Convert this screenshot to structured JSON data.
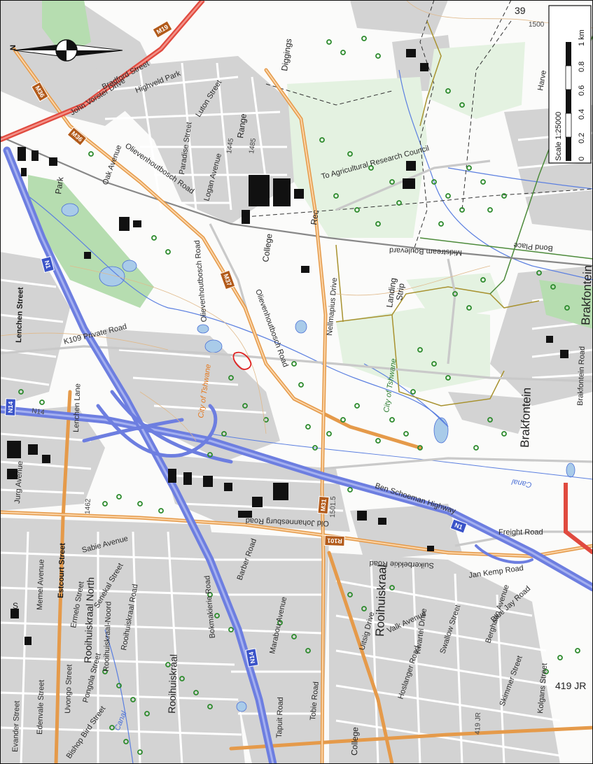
{
  "map": {
    "scale": {
      "label": "Scale 1:25000",
      "ticks": [
        "0",
        "0.2",
        "0.4",
        "0.6",
        "0.8",
        "1 km"
      ]
    },
    "routes": {
      "m19": "M19",
      "m36a": "M36",
      "m36b": "M36",
      "m37": "M37",
      "m31": "M31",
      "n1a": "N1",
      "n1b": "N1",
      "n14a": "N14",
      "n14b": "N14",
      "r101": "R101"
    },
    "labels": {
      "john_vorster": "John Vorster Drive",
      "bradford": "Bradford Street",
      "highveld_park": "Highveld Park",
      "luton": "Luton Street",
      "paradise": "Paradise Street",
      "logan": "Logan Avenue",
      "oak": "Oak Avenue",
      "park": "Park",
      "olievenhoutbosch1": "Olievenhoutbosch Road",
      "olievenhoutbosch2": "Olievenhoutbosch Road",
      "olievenhoutbosch3": "Olievenhoutbosch Road",
      "range": "Range",
      "code1445": "1445",
      "code1485": "1485",
      "college1": "College",
      "rec1": "Rec",
      "diggings": "Diggings",
      "agri": "To Agricultural Research Council",
      "midstream": "Midstream Boulevard",
      "bond": "Bond Place",
      "nellmapius": "Nellmapius Drive",
      "landing": "Landing",
      "strip": "Strip",
      "brakfontein_rd": "Brakfontein Road",
      "brakfontein1": "Brakfontein",
      "brakfontein2": "Brakfontein",
      "lenchen_st": "Lenchen Street",
      "lenchen_ln": "Lenchen Lane",
      "k109": "K109 Private Road",
      "city_tshwane1": "City of Tshwane",
      "city_tshwane2": "City of Tshwane",
      "n14_text": "N14",
      "code1462": "1462",
      "code1501": "1501.5",
      "jurg": "Jurg Avenue",
      "ben": "Ben Schoeman Highway",
      "canal1": "Canal",
      "canal2": "Canal",
      "freight": "Freight Road",
      "old_jhb": "Old Johannesburg Road",
      "suikerbekkie": "Suikerbekkie Road",
      "jan_kemp": "Jan Kemp Road",
      "estcourt": "Estcourt Street",
      "sabie": "Sabie Avenue",
      "memel": "Memel Avenue",
      "ermelo": "Ermelo Street",
      "senekal": "Senekal Street",
      "rooihuiskraal_noord": "Rooihuiskraal North",
      "rooihuiskraal_noord2": "Rooihuiskraal-Noord",
      "rooihuiskraal_rd": "Rooihuiskraal Road",
      "pongola": "Pongola Street",
      "uvongo": "Uvongo Street",
      "edenvale": "Edenvale Street",
      "evander": "Evander Street",
      "bishop": "Bishop Bird Street",
      "bokmakierie": "Bokmakierie Road",
      "barber": "Barber Road",
      "marabou": "Marabou Avenue",
      "tapuit": "Tapuit Road",
      "tobie": "Tobie Road",
      "college2": "College",
      "uitsig": "Uitsig Drive",
      "valk": "Valk Avenue",
      "kwartel": "Kwartel Drive",
      "swallow": "Swallow Street",
      "hoslanger": "Hoslanger Road",
      "berghaan": "Berghaan Avenue",
      "blue_jay": "Blue Jay Road",
      "skimmer": "Skimmer Street",
      "kolgans": "Kolgans Street",
      "j419a": "419 JR",
      "j419b": "419 JR",
      "rooihuiskraal": "Rooihuiskraal",
      "rooihuiskraal_v": "Rooihuiskraal",
      "hartkop": "Harve",
      "school": "S",
      "code1500": "1500",
      "code39": "39"
    }
  }
}
